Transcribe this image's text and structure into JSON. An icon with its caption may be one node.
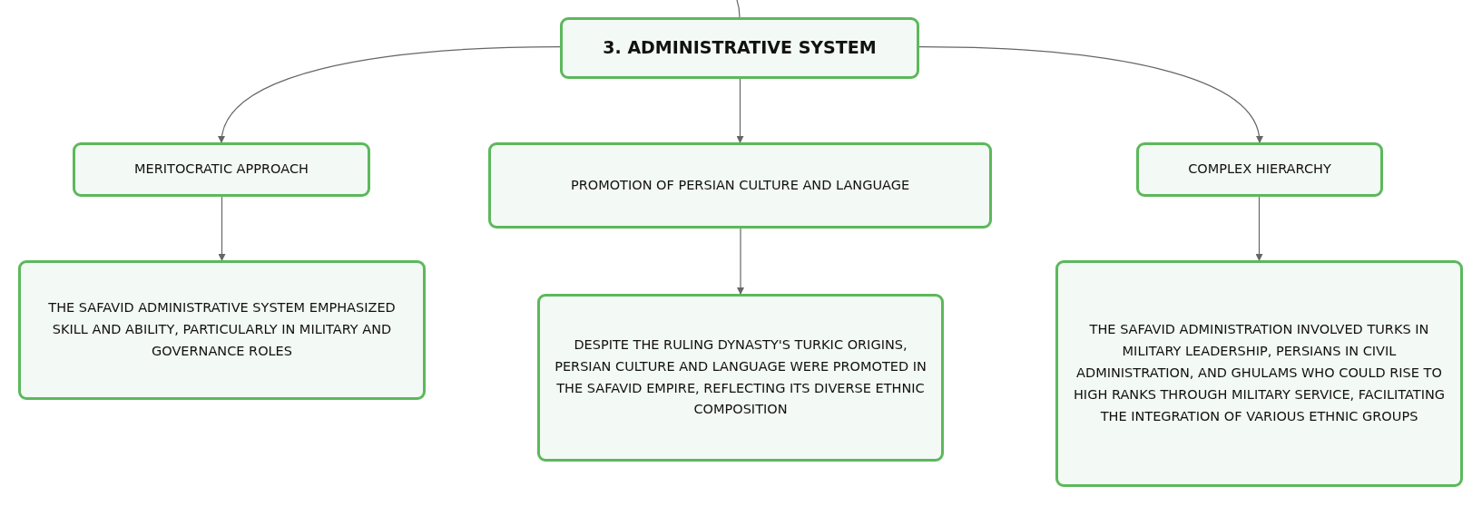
{
  "diagram": {
    "nodes": [
      {
        "text": [
          "3. ADMINISTRATIVE SYSTEM"
        ]
      },
      {
        "text": [
          "MERITOCRATIC APPROACH"
        ]
      },
      {
        "text": [
          "PROMOTION OF PERSIAN CULTURE AND LANGUAGE"
        ]
      },
      {
        "text": [
          "COMPLEX HIERARCHY"
        ]
      },
      {
        "text": [
          "THE SAFAVID ADMINISTRATIVE SYSTEM EMPHASIZED SKILL AND ABILITY, PARTICULARLY IN MILITARY AND GOVERNANCE ROLES"
        ]
      },
      {
        "text": [
          "DESPITE THE RULING DYNASTY'S TURKIC ORIGINS, PERSIAN CULTURE AND LANGUAGE WERE PROMOTED IN THE SAFAVID EMPIRE, REFLECTING ITS DIVERSE ETHNIC COMPOSITION"
        ]
      },
      {
        "text": [
          "THE SAFAVID ADMINISTRATION INVOLVED TURKS IN MILITARY LEADERSHIP, PERSIANS IN CIVIL ADMINISTRATION, AND GHULAMS WHO COULD RISE TO HIGH RANKS THROUGH MILITARY SERVICE, FACILITATING THE INTEGRATION OF VARIOUS ETHNIC GROUPS"
        ]
      }
    ],
    "edges": [
      {
        "from": null,
        "to": 0,
        "arrow": "none"
      },
      {
        "from": 0,
        "to": 1,
        "arrow": "to"
      },
      {
        "from": 0,
        "to": 2,
        "arrow": "to"
      },
      {
        "from": 0,
        "to": 3,
        "arrow": "to"
      },
      {
        "from": 1,
        "to": 4,
        "arrow": "to"
      },
      {
        "from": 2,
        "to": 5,
        "arrow": "to"
      },
      {
        "from": 3,
        "to": 6,
        "arrow": "to"
      }
    ]
  }
}
